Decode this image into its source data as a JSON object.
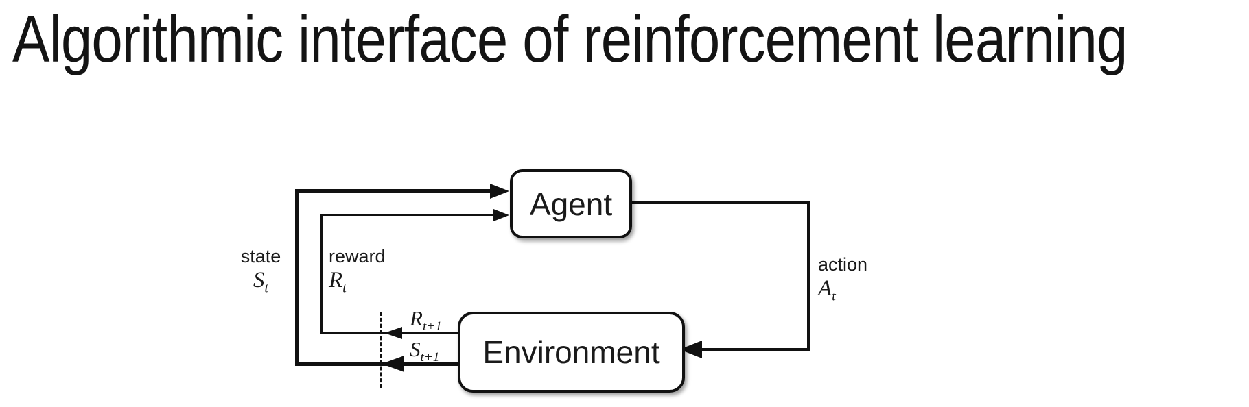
{
  "title": "Algorithmic interface of reinforcement learning",
  "diagram": {
    "agent": "Agent",
    "environment": "Environment",
    "state_label": "state",
    "state_symbol": "S",
    "state_sub": "t",
    "reward_label": "reward",
    "reward_symbol": "R",
    "reward_sub": "t",
    "action_label": "action",
    "action_symbol": "A",
    "action_sub": "t",
    "next_reward_symbol": "R",
    "next_reward_sub": "t+1",
    "next_state_symbol": "S",
    "next_state_sub": "t+1",
    "colors": {
      "line": "#111111",
      "text": "#1a1a1a",
      "background": "#ffffff"
    }
  }
}
